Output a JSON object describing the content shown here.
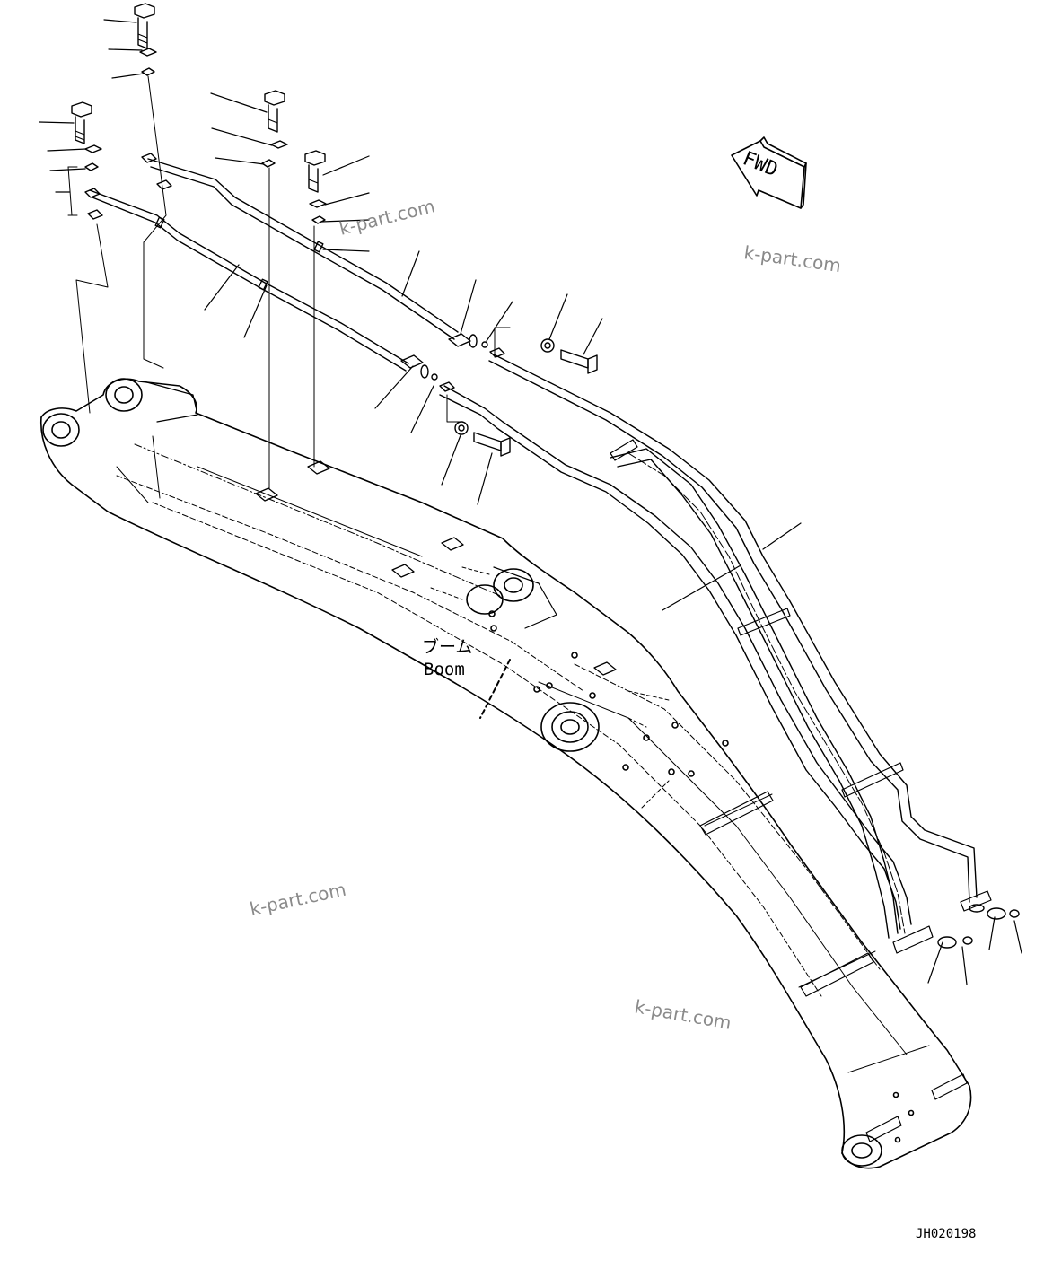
{
  "diagram": {
    "direction_label": "FWD",
    "component_label_jp": "ブーム",
    "component_label_en": "Boom",
    "drawing_code": "JH020198",
    "watermarks": [
      "k-part.com",
      "k-part.com",
      "k-part.com",
      "k-part.com"
    ]
  },
  "colors": {
    "line": "#000000",
    "watermark": "#8a8a8a",
    "background": "#ffffff"
  },
  "icons": {
    "fwd_arrow": "fwd-arrow-icon",
    "bolt": "bolt-icon",
    "washer": "washer-icon",
    "clamp": "clamp-icon"
  }
}
